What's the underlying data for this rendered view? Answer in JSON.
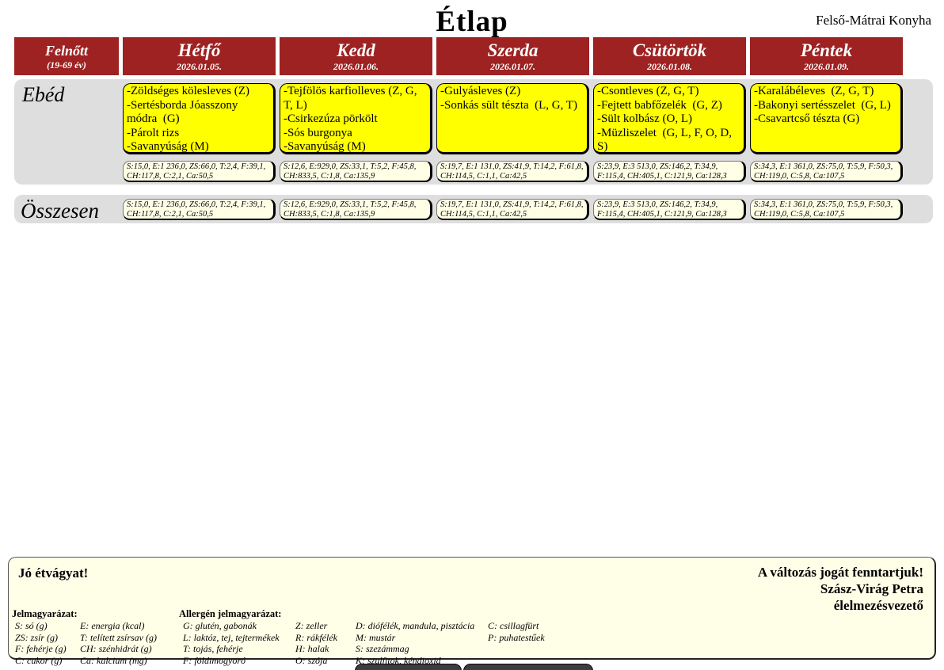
{
  "page": {
    "title": "Étlap",
    "kitchen_name": "Felső-Mátrai Konyha"
  },
  "header": {
    "group": {
      "label": "Felnőtt",
      "sublabel": "(19-69 év)"
    },
    "days": [
      {
        "name": "Hétfő",
        "date": "2026.01.05."
      },
      {
        "name": "Kedd",
        "date": "2026.01.06."
      },
      {
        "name": "Szerda",
        "date": "2026.01.07."
      },
      {
        "name": "Csütörtök",
        "date": "2026.01.08."
      },
      {
        "name": "Péntek",
        "date": "2026.01.09."
      }
    ]
  },
  "meal_row": {
    "label": "Ebéd",
    "days": [
      {
        "items": [
          "-Zöldséges kölesleves (Z)",
          "-Sertésborda Jóasszony módra  (G)",
          "-Párolt rizs",
          "-Savanyúság (M)"
        ],
        "nutrition": "S:15,0, E:1 236,0, ZS:66,0, T:2,4, F:39,1, CH:117,8, C:2,1, Ca:50,5"
      },
      {
        "items": [
          "-Tejfölös karfiolleves (Z, G, T, L)",
          "-Csirkezúza pörkölt",
          "-Sós burgonya",
          "-Savanyúság (M)"
        ],
        "nutrition": "S:12,6, E:929,0, ZS:33,1, T:5,2, F:45,8, CH:833,5, C:1,8, Ca:135,9"
      },
      {
        "items": [
          "-Gulyásleves (Z)",
          "-Sonkás sült tészta  (L, G, T)"
        ],
        "nutrition": "S:19,7, E:1 131,0, ZS:41,9, T:14,2, F:61,8, CH:114,5, C:1,1, Ca:42,5"
      },
      {
        "items": [
          "-Csontleves (Z, G, T)",
          "-Fejtett babfőzelék  (G, Z)",
          "-Sült kolbász (O, L)",
          "-Müzliszelet  (G, L, F, O, D, S)"
        ],
        "nutrition": "S:23,9, E:3 513,0, ZS:146,2, T:34,9, F:115,4, CH:405,1, C:121,9, Ca:128,3"
      },
      {
        "items": [
          "-Karalábéleves  (Z, G, T)",
          "-Bakonyi sertésszelet  (G, L)",
          "-Csavartcső tészta (G)"
        ],
        "nutrition": "S:34,3, E:1 361,0, ZS:75,0, T:5,9, F:50,3, CH:119,0, C:5,8, Ca:107,5"
      }
    ]
  },
  "total_row": {
    "label": "Összesen",
    "nutrition": [
      "S:15,0, E:1 236,0, ZS:66,0, T:2,4, F:39,1, CH:117,8, C:2,1, Ca:50,5",
      "S:12,6, E:929,0, ZS:33,1, T:5,2, F:45,8, CH:833,5, C:1,8, Ca:135,9",
      "S:19,7, E:1 131,0, ZS:41,9, T:14,2, F:61,8, CH:114,5, C:1,1, Ca:42,5",
      "S:23,9, E:3 513,0, ZS:146,2, T:34,9, F:115,4, CH:405,1, C:121,9, Ca:128,3",
      "S:34,3, E:1 361,0, ZS:75,0, T:5,9, F:50,3, CH:119,0, C:5,8, Ca:107,5"
    ]
  },
  "footer": {
    "greeting": "Jó étvágyat!",
    "rights_note": "A változás jogát fenntartjuk!",
    "signature_name": "Szász-Virág Petra",
    "signature_role": "élelmezésvezető",
    "legend": {
      "title": "Jelmagyarázat:",
      "col1": [
        "S: só (g)",
        "ZS: zsír (g)",
        "F: fehérje (g)",
        "C: cukor (g)"
      ],
      "col2": [
        "E: energia (kcal)",
        "T: telített zsírsav (g)",
        "CH: szénhidrát (g)",
        "Ca: kalcium (mg)"
      ]
    },
    "allergen_legend": {
      "title": "Allergén jelmagyarázat:",
      "col1": [
        "G: glutén, gabonák",
        "L: laktóz, tej, tejtermékek",
        "T: tojás, fehérje",
        "F: földimogyoró"
      ],
      "col2": [
        "Z: zeller",
        "R: rákfélék",
        "H: halak",
        "O: szója"
      ],
      "col3": [
        "D: diófélék, mandula, pisztácia",
        "M: mustár",
        "S: szezámmag",
        "K: szulfitok, kéndioxid"
      ],
      "col4": [
        "C: csillagfürt",
        "P: puhatestűek"
      ]
    }
  },
  "colors": {
    "header_bg": "#9E2222",
    "menu_card_bg": "#FFFF00",
    "nutrition_chip_bg": "#FFFFE6",
    "row_band_bg": "#DEDEDE",
    "footer_bg": "#FFFFE8"
  }
}
